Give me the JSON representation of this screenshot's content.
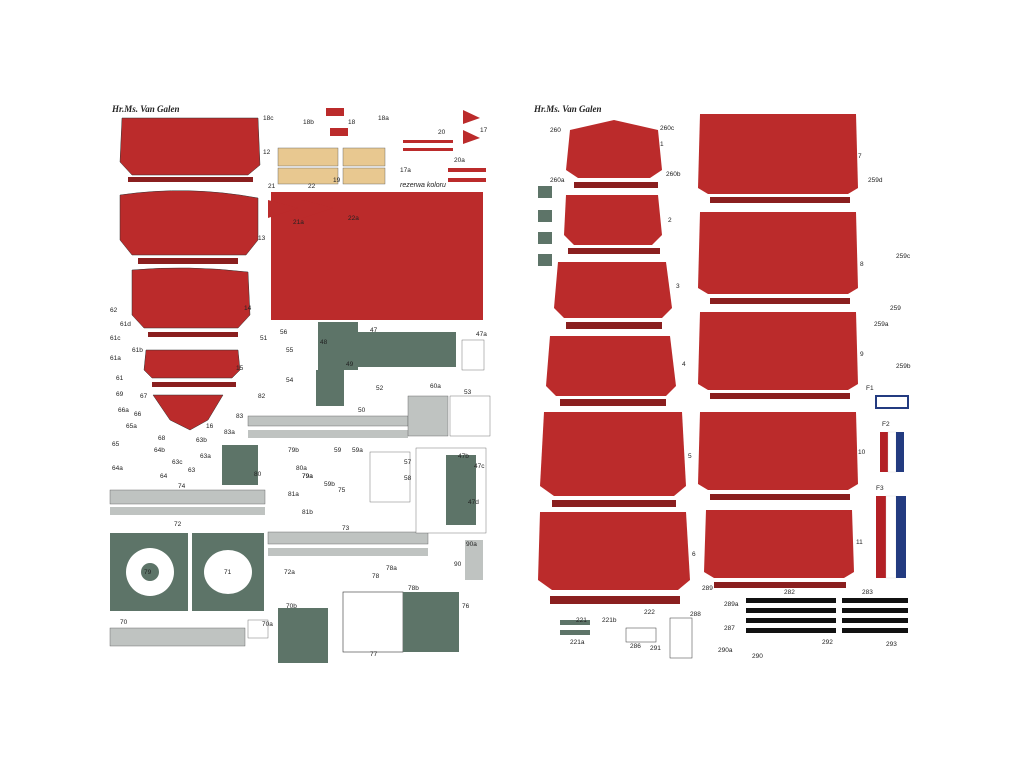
{
  "colors": {
    "hull_red": "#bb2b2b",
    "dark_red": "#8a1f1f",
    "grey_green": "#5d7468",
    "light_grey": "#bfc3c1",
    "black": "#111111",
    "flag_red": "#b32025",
    "flag_white": "#ffffff",
    "flag_blue": "#233b80",
    "tan": "#e8c890"
  },
  "left_sheet": {
    "title": "Hr.Ms. Van Galen",
    "note": "rezerwa koloru",
    "part_labels": [
      "18c",
      "18b",
      "18",
      "18a",
      "17",
      "20",
      "17a",
      "12",
      "19",
      "20a",
      "21",
      "22",
      "21a",
      "22a",
      "13",
      "14",
      "62",
      "61d",
      "61c",
      "61b",
      "61a",
      "61",
      "56",
      "51",
      "55",
      "48",
      "47",
      "47a",
      "15",
      "49",
      "54",
      "52",
      "50",
      "60a",
      "53",
      "69",
      "67",
      "82",
      "66a",
      "66",
      "16",
      "83",
      "65a",
      "68",
      "63b",
      "83a",
      "65",
      "64b",
      "63c",
      "63a",
      "64a",
      "64",
      "63",
      "79a",
      "79b",
      "59",
      "59a",
      "57",
      "47b",
      "47c",
      "58",
      "80a",
      "79a",
      "80",
      "59b",
      "74",
      "81a",
      "75",
      "47d",
      "81b",
      "72",
      "73",
      "90a",
      "79",
      "71",
      "72a",
      "78a",
      "78",
      "90",
      "70b",
      "78b",
      "76",
      "70",
      "70a",
      "77"
    ]
  },
  "right_sheet": {
    "title": "Hr.Ms. Van Galen",
    "part_labels": [
      "260",
      "260c",
      "1",
      "7",
      "260a",
      "260b",
      "2",
      "259d",
      "259c",
      "3",
      "8",
      "259",
      "4",
      "259a",
      "9",
      "259b",
      "F1",
      "F2",
      "5",
      "10",
      "F3",
      "6",
      "11",
      "289",
      "289a",
      "282",
      "283",
      "221",
      "221b",
      "222",
      "288",
      "287",
      "221a",
      "286",
      "291",
      "290a",
      "290",
      "292",
      "293"
    ]
  }
}
